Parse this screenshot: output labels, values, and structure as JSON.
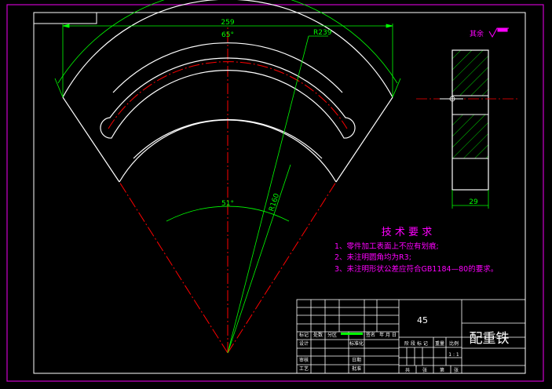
{
  "colors": {
    "frame": "#cc00cc",
    "outline": "#ffffff",
    "dimension": "#00ff00",
    "centerline": "#ff0000",
    "annotation": "#ff00ff"
  },
  "main_view": {
    "dimensions": {
      "chord": "259",
      "outer_angle": "65°",
      "outer_radius": "R239",
      "inner_angle": "51°",
      "inner_radius": "R160"
    }
  },
  "section_view": {
    "thickness": "29",
    "roughness_label": "其余"
  },
  "technical_requirements": {
    "title": "技 术 要 求",
    "items": [
      "1、零件加工表面上不应有划痕;",
      "2、未注明圆角均为R3;",
      "3、未注明形状公差应符合GB1184—80的要求。"
    ]
  },
  "title_block": {
    "material": "45",
    "part_name": "配重铁",
    "scale": "1 : 1",
    "row_labels_upper": [
      "标记",
      "处数",
      "分区",
      "",
      "签名",
      "年 月 日"
    ],
    "row_labels_left": [
      "设计",
      "审核",
      "工艺"
    ],
    "row_labels_mid": [
      "标准化",
      "批准",
      "日期"
    ],
    "right_labels": [
      "阶 段 标 记",
      "重量",
      "比例"
    ],
    "bottom_row": [
      "共",
      "张",
      "第",
      "张"
    ]
  }
}
